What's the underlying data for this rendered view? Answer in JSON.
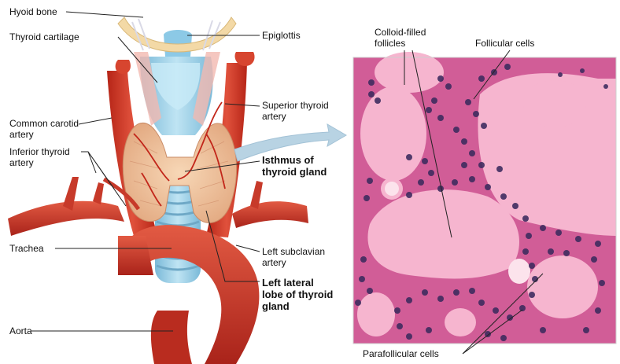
{
  "left_panel": {
    "labels": {
      "hyoid_bone": "Hyoid bone",
      "thyroid_cartilage": "Thyroid cartilage",
      "epiglottis": "Epiglottis",
      "superior_thyroid_artery_1": "Superior thyroid",
      "superior_thyroid_artery_2": "artery",
      "common_carotid_1": "Common carotid",
      "common_carotid_2": "artery",
      "inferior_thyroid_1": "Inferior thyroid",
      "inferior_thyroid_2": "artery",
      "isthmus_1": "Isthmus of",
      "isthmus_2": "thyroid gland",
      "trachea": "Trachea",
      "left_subclavian_1": "Left subclavian",
      "left_subclavian_2": "artery",
      "left_lobe_1": "Left lateral",
      "left_lobe_2": "lobe of thyroid",
      "left_lobe_3": "gland",
      "aorta": "Aorta"
    }
  },
  "right_panel": {
    "labels": {
      "colloid_1": "Colloid-filled",
      "colloid_2": "follicles",
      "follicular_cells": "Follicular cells",
      "parafollicular_cells": "Parafollicular cells"
    }
  },
  "colors": {
    "artery": "#d23a2a",
    "cartilage": "#9fd3ea",
    "thyroid_gland": "#f0c6a2",
    "colloid": "#f2a9c3",
    "stroma": "#e37aa6",
    "nuclei": "#3b2a5e"
  }
}
